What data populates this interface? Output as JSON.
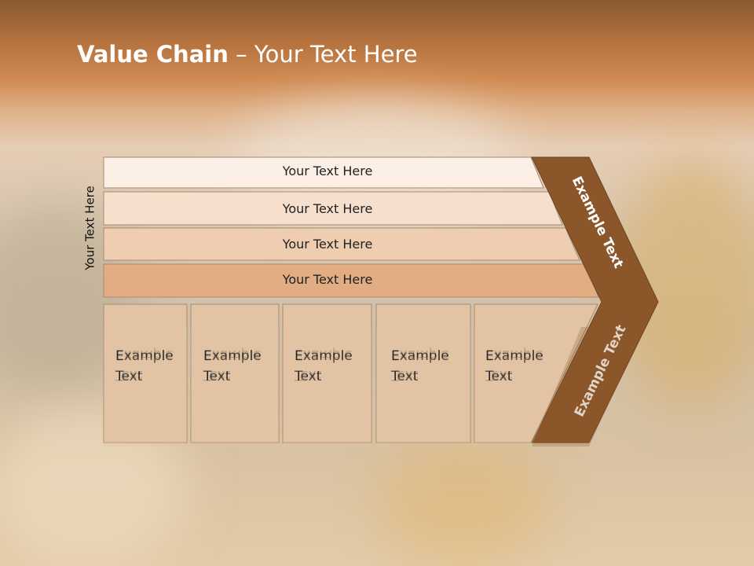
{
  "title": {
    "bold": "Value Chain",
    "rest": " – Your Text Here"
  },
  "side_label": "Your Text Here",
  "rows": [
    "Your Text Here",
    "Your Text Here",
    "Your Text Here",
    "Your Text Here"
  ],
  "cells": [
    [
      "Example",
      "Text"
    ],
    [
      "Example",
      "Text"
    ],
    [
      "Example",
      "Text"
    ],
    [
      "Example",
      "Text"
    ],
    [
      "Example",
      "Text"
    ]
  ],
  "arrow": {
    "upper": "Example Text",
    "lower": "Example Text"
  },
  "colors": {
    "row1": "#fbefe6",
    "row2": "#f6dfcc",
    "row3": "#efcdb0",
    "row4": "#e2ad82",
    "cell": "#e2c3a3",
    "arrow": "#8a562a",
    "border": "#a98a6f"
  }
}
